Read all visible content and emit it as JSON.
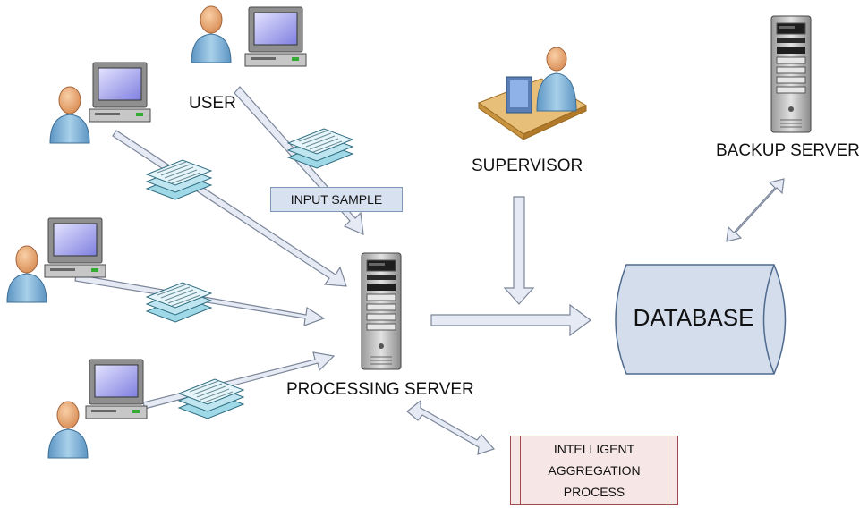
{
  "labels": {
    "user": "USER",
    "supervisor": "SUPERVISOR",
    "backup_server": "BACKUP SERVER",
    "processing_server": "PROCESSING SERVER",
    "input_sample": "INPUT SAMPLE",
    "database": "DATABASE",
    "aggregation": [
      "INTELLIGENT",
      "AGGREGATION",
      "PROCESS"
    ]
  },
  "colors": {
    "arrow_fill": "#e4e8f3",
    "arrow_stroke": "#7a8699",
    "paper_fill": "#bfe3ec",
    "paper_stroke": "#3a6d7e",
    "person_body": "#8ab9da",
    "person_head": "#f2b27e",
    "database_fill": "#d3ddeb",
    "server_fill": "#d2d2d2"
  }
}
